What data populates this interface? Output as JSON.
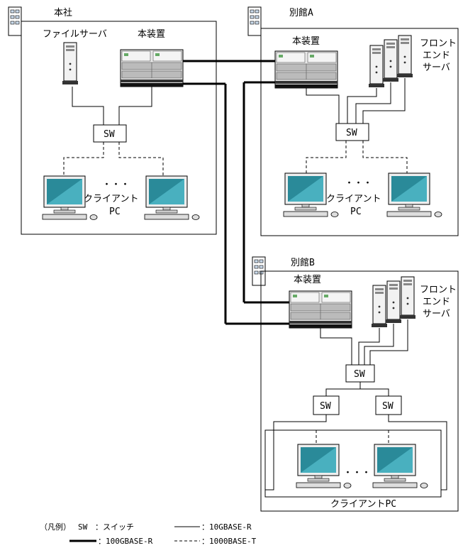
{
  "sites": {
    "honsha": {
      "name": "本社",
      "file_server_label": "ファイルサーバ",
      "device_label": "本装置",
      "switch_label": "SW",
      "ellipsis": "・・・",
      "client_label_1": "クライアント",
      "client_label_2": "PC"
    },
    "bekkan_a": {
      "name": "別館A",
      "device_label": "本装置",
      "frontend_label_1": "フロント",
      "frontend_label_2": "エンド",
      "frontend_label_3": "サーバ",
      "switch_label": "SW",
      "ellipsis": "・・・",
      "client_label_1": "クライアント",
      "client_label_2": "PC"
    },
    "bekkan_b": {
      "name": "別館B",
      "device_label": "本装置",
      "frontend_label_1": "フロント",
      "frontend_label_2": "エンド",
      "frontend_label_3": "サーバ",
      "switch_label": "SW",
      "switch_left_label": "SW",
      "switch_right_label": "SW",
      "ellipsis": "・・・",
      "client_group_label": "クライアントPC"
    }
  },
  "legend": {
    "prefix": "（凡例）",
    "sw_key": "SW",
    "sw_desc": "：スイッチ",
    "link_10g": "：10GBASE-R",
    "link_100g": "：100GBASE-R",
    "link_1000": "：1000BASE-T"
  }
}
